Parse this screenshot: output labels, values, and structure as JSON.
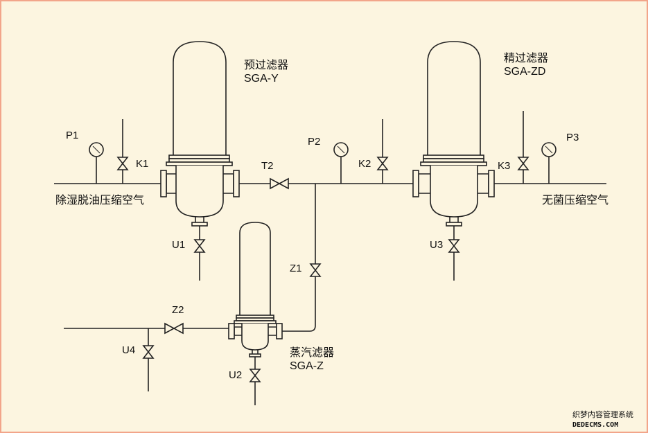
{
  "labels": {
    "P1": "P1",
    "P2": "P2",
    "P3": "P3",
    "K1": "K1",
    "K2": "K2",
    "K3": "K3",
    "T2": "T2",
    "U1": "U1",
    "U2": "U2",
    "U3": "U3",
    "U4": "U4",
    "Z1": "Z1",
    "Z2": "Z2"
  },
  "filters": {
    "pre": {
      "name": "预过滤器",
      "model": "SGA-Y"
    },
    "fine": {
      "name": "精过滤器",
      "model": "SGA-ZD"
    },
    "steam": {
      "name": "蒸汽滤器",
      "model": "SGA-Z"
    }
  },
  "streams": {
    "inlet": "除湿脱油压缩空气",
    "outlet": "无菌压缩空气"
  },
  "watermark": {
    "line1": "织梦内容管理系统",
    "line2": "DEDECMS.COM"
  },
  "colors": {
    "background": "#fcf5e0",
    "border": "#f2a58a",
    "line": "#222222"
  }
}
